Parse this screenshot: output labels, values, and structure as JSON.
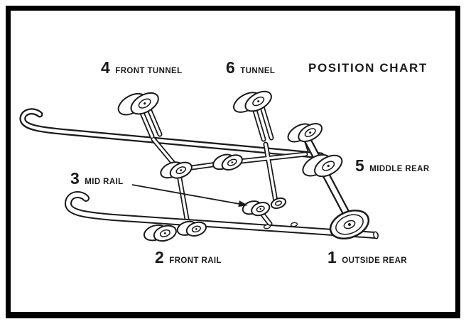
{
  "title": "POSITION CHART",
  "labels": {
    "front_tunnel": {
      "num": "4",
      "text": "FRONT TUNNEL"
    },
    "tunnel": {
      "num": "6",
      "text": "TUNNEL"
    },
    "middle_rear": {
      "num": "5",
      "text": "MIDDLE REAR"
    },
    "mid_rail": {
      "num": "3",
      "text": "MID RAIL"
    },
    "front_rail": {
      "num": "2",
      "text": "FRONT RAIL"
    },
    "outside_rear": {
      "num": "1",
      "text": "OUTSIDE REAR"
    }
  },
  "colors": {
    "line": "#1a1a1a",
    "background": "#ffffff",
    "border": "#000000"
  }
}
